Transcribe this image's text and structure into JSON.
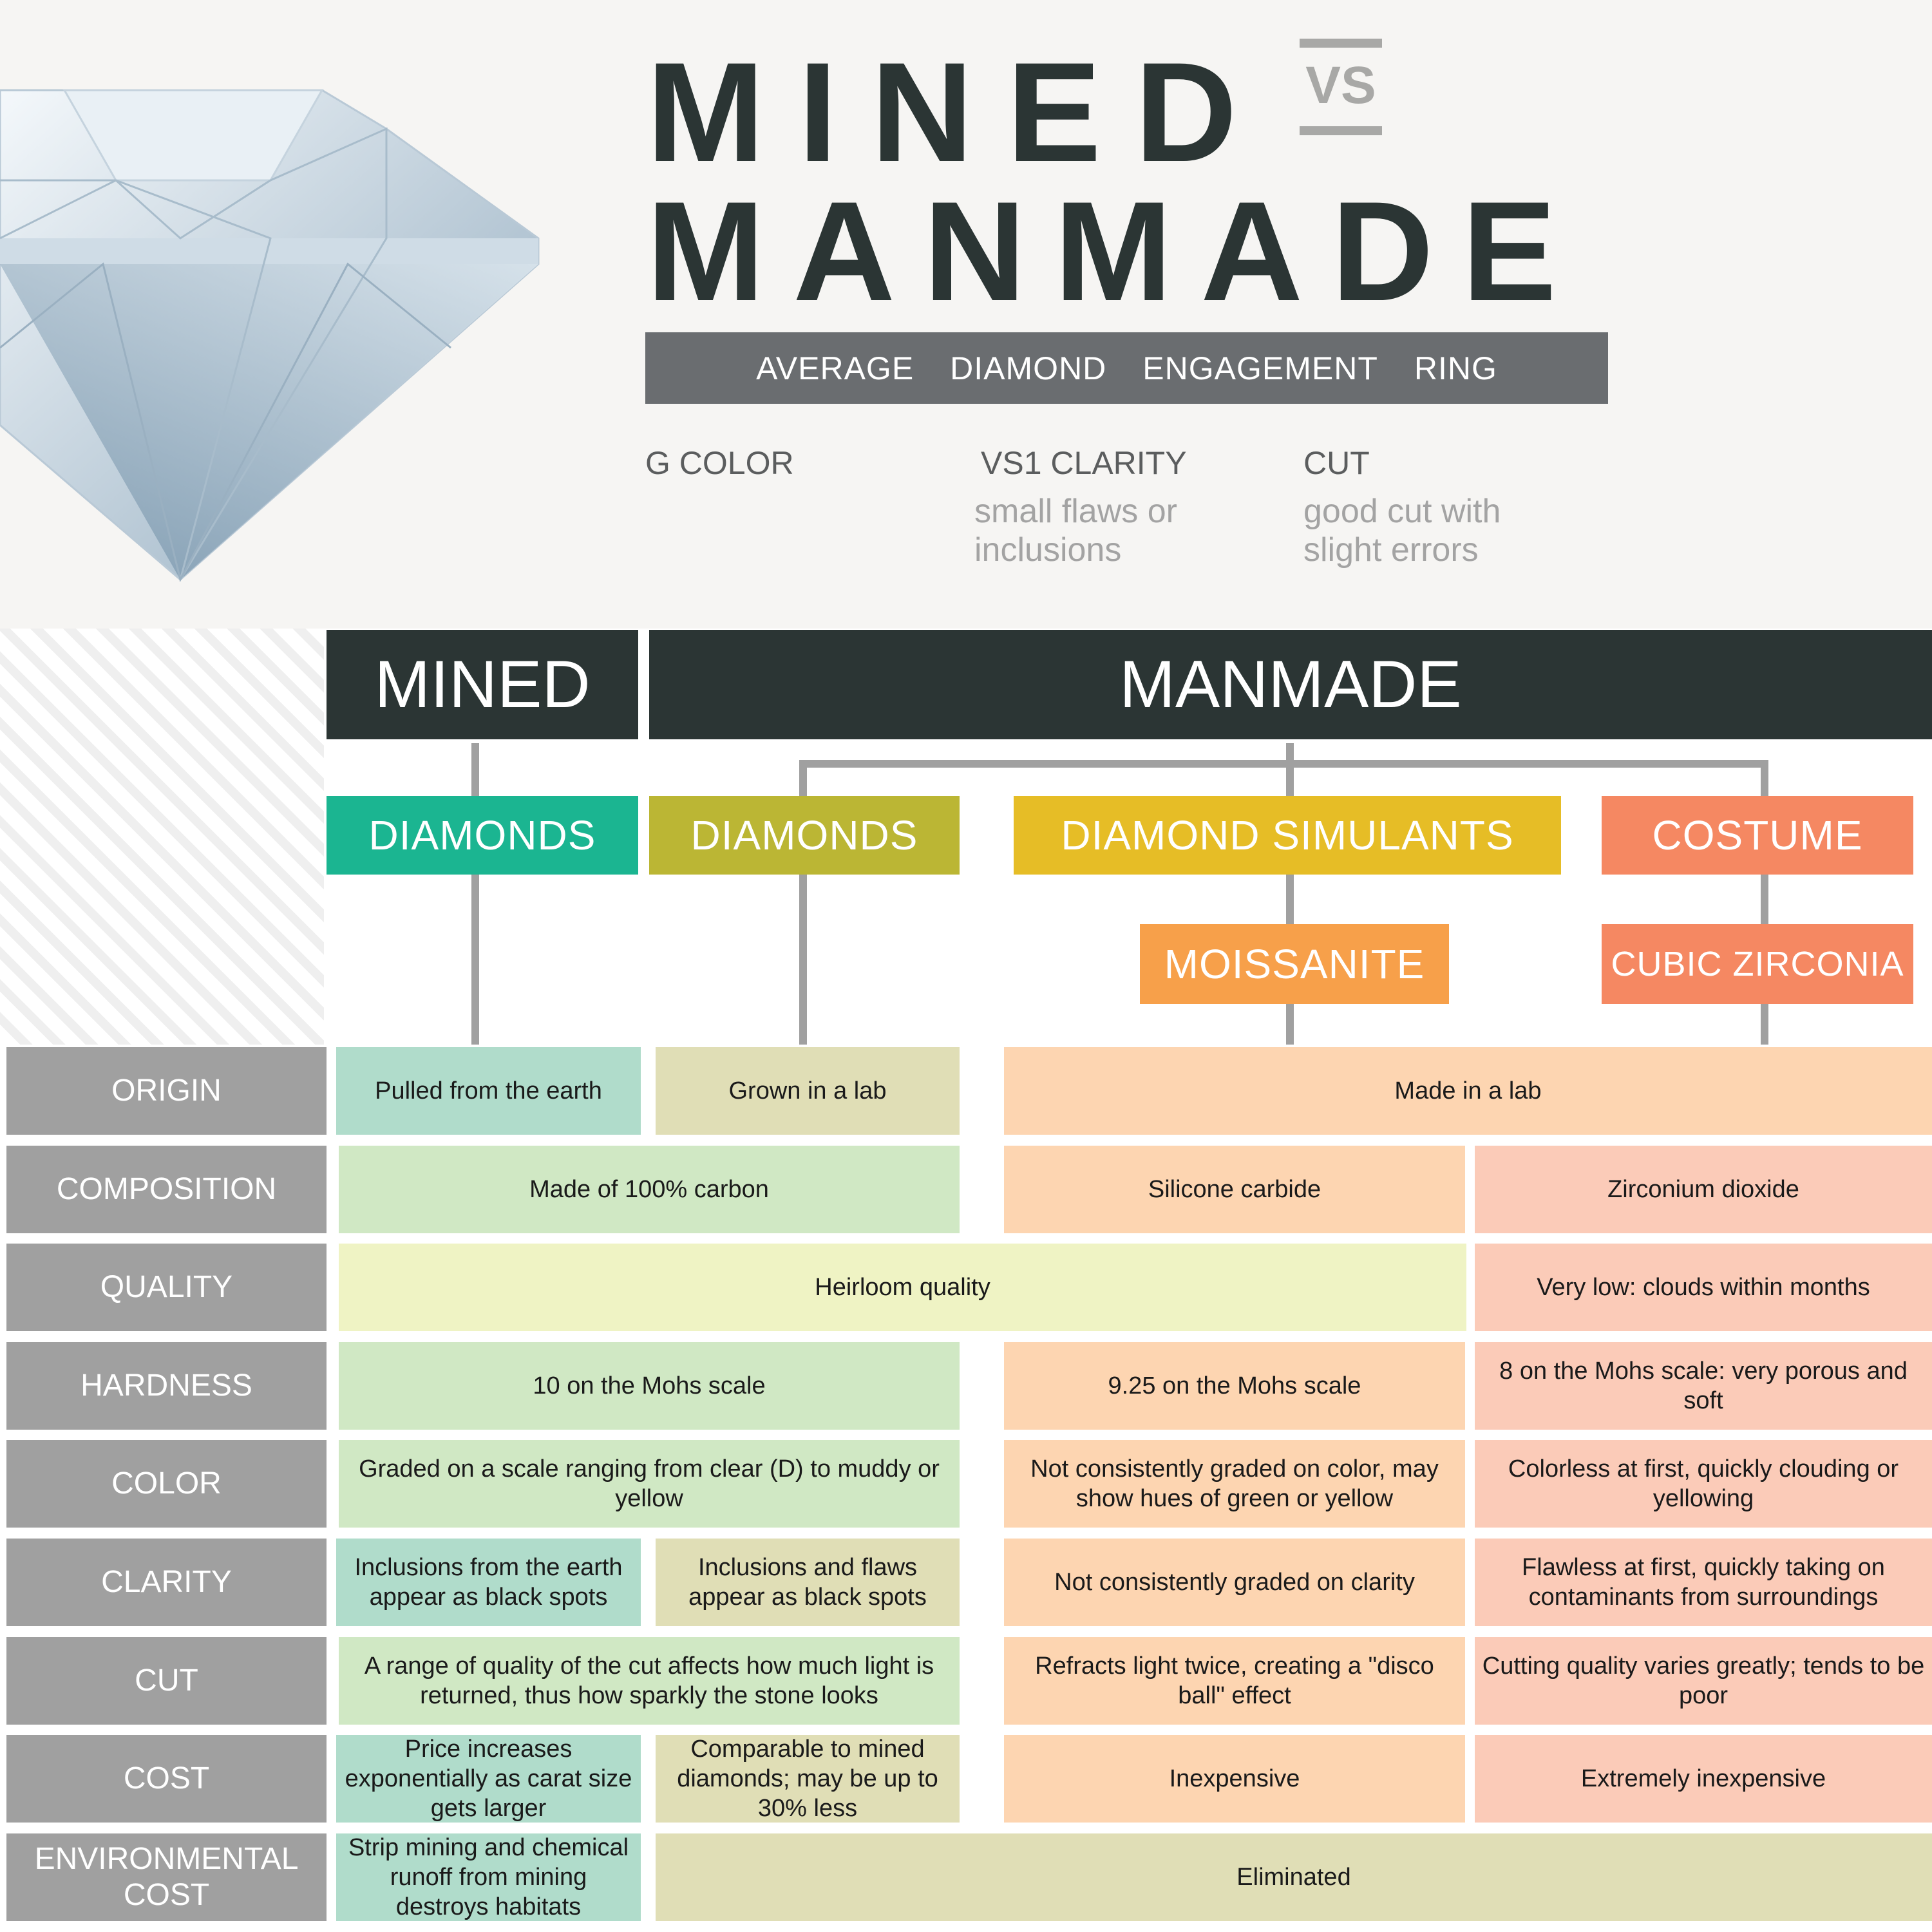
{
  "title": {
    "line1": "MINED",
    "vs": "VS",
    "line2": "MANMADE"
  },
  "band": {
    "words": [
      "AVERAGE",
      "DIAMOND",
      "ENGAGEMENT",
      "RING"
    ]
  },
  "specs": [
    {
      "label": "G COLOR",
      "note": ""
    },
    {
      "label": "VS1 CLARITY",
      "note": "small flaws or inclusions"
    },
    {
      "label": "CUT",
      "note": "good cut with slight errors"
    }
  ],
  "headers": {
    "mined": "MINED",
    "manmade": "MANMADE"
  },
  "categories": {
    "mined_diamonds": "DIAMONDS",
    "lab_diamonds": "DIAMONDS",
    "simulants": "DIAMOND SIMULANTS",
    "costume": "COSTUME",
    "moissanite": "MOISSANITE",
    "cubic_zirconia": "CUBIC ZIRCONIA"
  },
  "colors": {
    "dark": "#2b3534",
    "teal": "#1bb591",
    "olive": "#bbb634",
    "yellow": "#e6bd26",
    "orange": "#f7a04a",
    "salmon": "#f58862",
    "teal_light": "#b0dccb",
    "olive_light": "#e0deb6",
    "green_light": "#d0e8c4",
    "peach": "#fdd5b1",
    "pink": "#fbcbb8",
    "lime_light": "#eff3c4"
  },
  "rows": [
    {
      "label": "ORIGIN",
      "cells": [
        {
          "text": "Pulled from the earth",
          "col": "c1",
          "tone": "teal_light"
        },
        {
          "text": "Grown in a lab",
          "col": "c2",
          "tone": "olive_light"
        },
        {
          "text": "Made in a lab",
          "col": "c34",
          "tone": "peach"
        }
      ]
    },
    {
      "label": "COMPOSITION",
      "cells": [
        {
          "text": "Made of 100% carbon",
          "col": "c12",
          "tone": "green_light"
        },
        {
          "text": "Silicone carbide",
          "col": "c3",
          "tone": "peach"
        },
        {
          "text": "Zirconium dioxide",
          "col": "c4",
          "tone": "pink"
        }
      ]
    },
    {
      "label": "QUALITY",
      "cells": [
        {
          "text": "Heirloom quality",
          "col": "c123",
          "tone": "lime_light"
        },
        {
          "text": "Very low: clouds within months",
          "col": "c4",
          "tone": "pink"
        }
      ]
    },
    {
      "label": "HARDNESS",
      "cells": [
        {
          "text": "10 on the Mohs scale",
          "col": "c12",
          "tone": "green_light"
        },
        {
          "text": "9.25 on the Mohs scale",
          "col": "c3",
          "tone": "peach"
        },
        {
          "text": "8 on the Mohs scale: very porous and soft",
          "col": "c4",
          "tone": "pink"
        }
      ]
    },
    {
      "label": "COLOR",
      "cells": [
        {
          "text": "Graded on a scale ranging from clear (D) to muddy or yellow",
          "col": "c12",
          "tone": "green_light"
        },
        {
          "text": "Not consistently graded on color, may show hues of green or yellow",
          "col": "c3",
          "tone": "peach"
        },
        {
          "text": "Colorless at first, quickly clouding or yellowing",
          "col": "c4",
          "tone": "pink"
        }
      ]
    },
    {
      "label": "CLARITY",
      "cells": [
        {
          "text": "Inclusions from the earth appear as black spots",
          "col": "c1",
          "tone": "teal_light"
        },
        {
          "text": "Inclusions and flaws appear as black spots",
          "col": "c2",
          "tone": "olive_light"
        },
        {
          "text": "Not consistently graded on clarity",
          "col": "c3",
          "tone": "peach"
        },
        {
          "text": "Flawless at first, quickly taking on contaminants from surroundings",
          "col": "c4",
          "tone": "pink"
        }
      ]
    },
    {
      "label": "CUT",
      "cells": [
        {
          "text": "A range of quality of the cut affects how much light is returned, thus how sparkly the stone looks",
          "col": "c12",
          "tone": "green_light"
        },
        {
          "text": "Refracts light twice, creating a \"disco ball\" effect",
          "col": "c3",
          "tone": "peach"
        },
        {
          "text": "Cutting quality varies greatly; tends to be poor",
          "col": "c4",
          "tone": "pink"
        }
      ]
    },
    {
      "label": "COST",
      "cells": [
        {
          "text": "Price increases exponentially as carat size gets larger",
          "col": "c1",
          "tone": "teal_light"
        },
        {
          "text": "Comparable to mined diamonds; may be up to 30% less",
          "col": "c2",
          "tone": "olive_light"
        },
        {
          "text": "Inexpensive",
          "col": "c3",
          "tone": "peach"
        },
        {
          "text": "Extremely inexpensive",
          "col": "c4",
          "tone": "pink"
        }
      ]
    },
    {
      "label": "ENVIRONMENTAL COST",
      "cells": [
        {
          "text": "Strip mining and chemical runoff from mining destroys habitats",
          "col": "c1",
          "tone": "teal_light"
        },
        {
          "text": "Eliminated",
          "col": "c234",
          "tone": "olive_light"
        }
      ]
    }
  ]
}
